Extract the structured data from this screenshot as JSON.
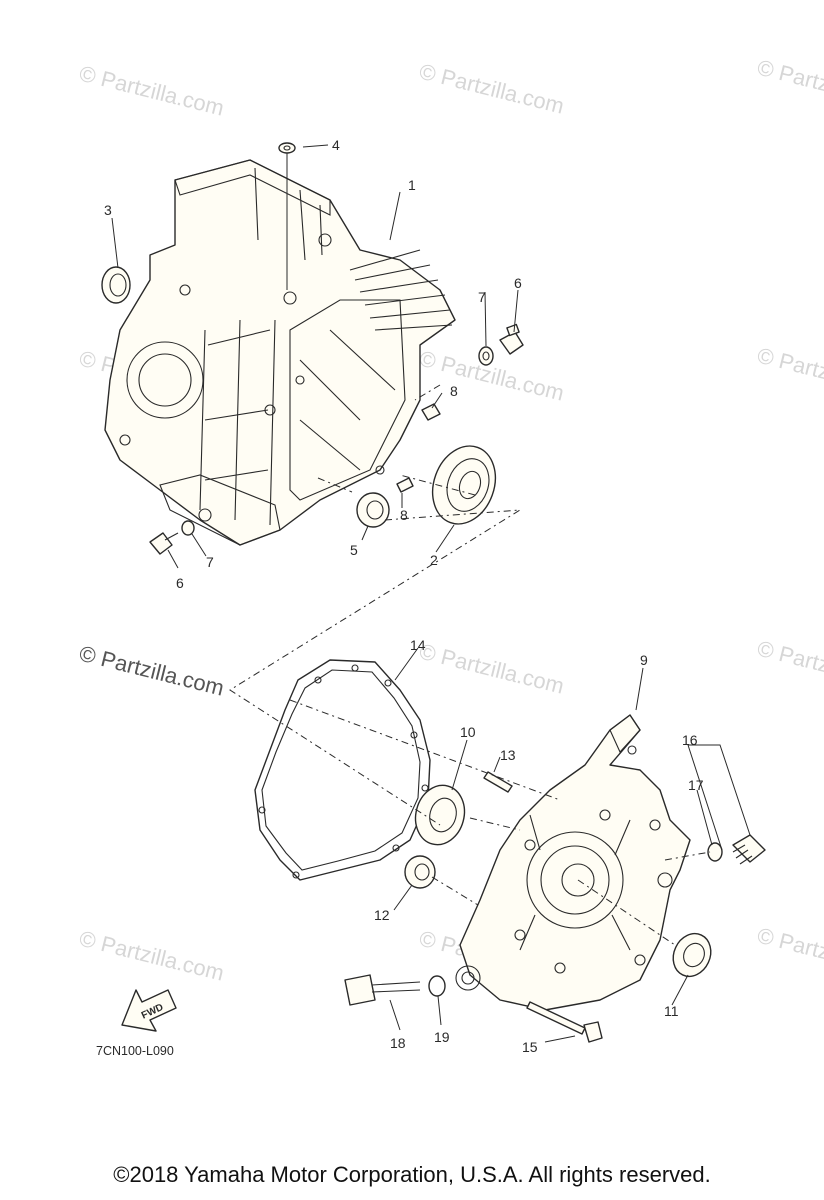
{
  "watermark": "© Partzilla.com",
  "diagram_code": "7CN100-L090",
  "fwd_label": "FWD",
  "copyright": "©2018  Yamaha Motor Corporation, U.S.A. All rights reserved.",
  "callouts": [
    "1",
    "2",
    "3",
    "4",
    "5",
    "6",
    "6",
    "7",
    "7",
    "8",
    "8",
    "9",
    "10",
    "11",
    "12",
    "13",
    "14",
    "15",
    "16",
    "17",
    "18",
    "19"
  ]
}
